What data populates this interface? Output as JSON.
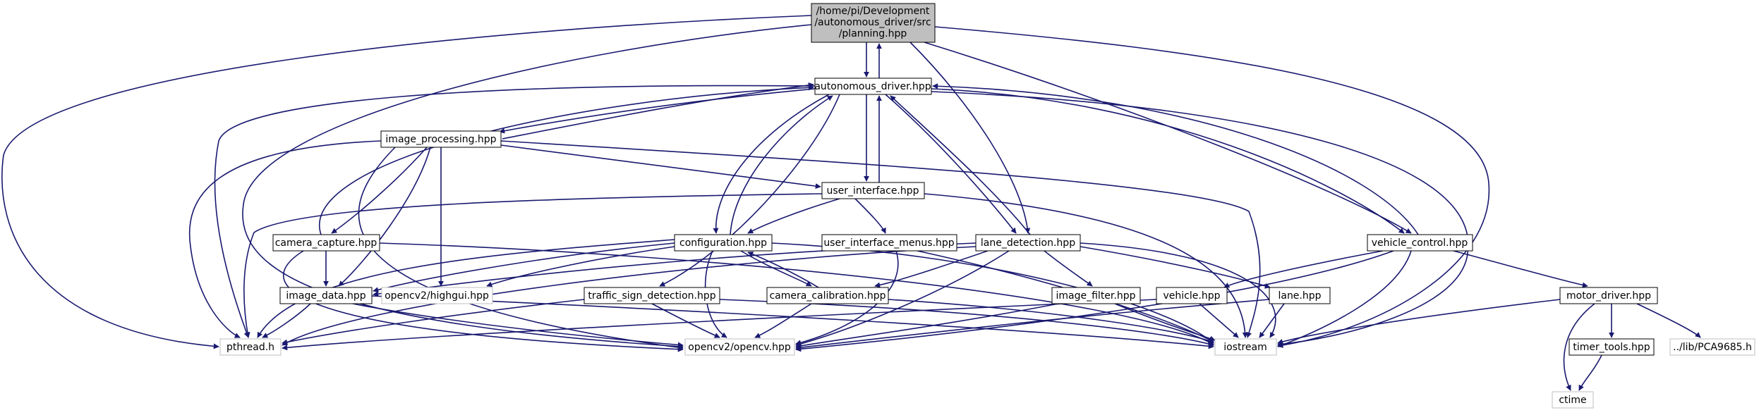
{
  "colors": {
    "edge": "#191970",
    "node_border": "#000000",
    "system_border": "#bfbfbf",
    "root_fill": "#bfbfbf",
    "node_fill": "#ffffff",
    "text": "#000000"
  },
  "nodes": {
    "planning": {
      "lines": [
        "/home/pi/Development",
        "/autonomous_driver/src",
        "/planning.hpp"
      ]
    },
    "autonomous_driver": {
      "label": "autonomous_driver.hpp"
    },
    "image_processing": {
      "label": "image_processing.hpp"
    },
    "user_interface": {
      "label": "user_interface.hpp"
    },
    "camera_capture": {
      "label": "camera_capture.hpp"
    },
    "configuration": {
      "label": "configuration.hpp"
    },
    "user_interface_menus": {
      "label": "user_interface_menus.hpp"
    },
    "lane_detection": {
      "label": "lane_detection.hpp"
    },
    "vehicle_control": {
      "label": "vehicle_control.hpp"
    },
    "image_data": {
      "label": "image_data.hpp"
    },
    "opencv_highgui": {
      "label": "opencv2/highgui.hpp"
    },
    "traffic_sign_detection": {
      "label": "traffic_sign_detection.hpp"
    },
    "camera_calibration": {
      "label": "camera_calibration.hpp"
    },
    "image_filter": {
      "label": "image_filter.hpp"
    },
    "vehicle": {
      "label": "vehicle.hpp"
    },
    "lane": {
      "label": "lane.hpp"
    },
    "motor_driver": {
      "label": "motor_driver.hpp"
    },
    "pthread": {
      "label": "pthread.h"
    },
    "opencv_opencv": {
      "label": "opencv2/opencv.hpp"
    },
    "iostream": {
      "label": "iostream"
    },
    "timer_tools": {
      "label": "timer_tools.hpp"
    },
    "pca9685": {
      "label": "../lib/PCA9685.h"
    },
    "ctime": {
      "label": "ctime"
    }
  }
}
